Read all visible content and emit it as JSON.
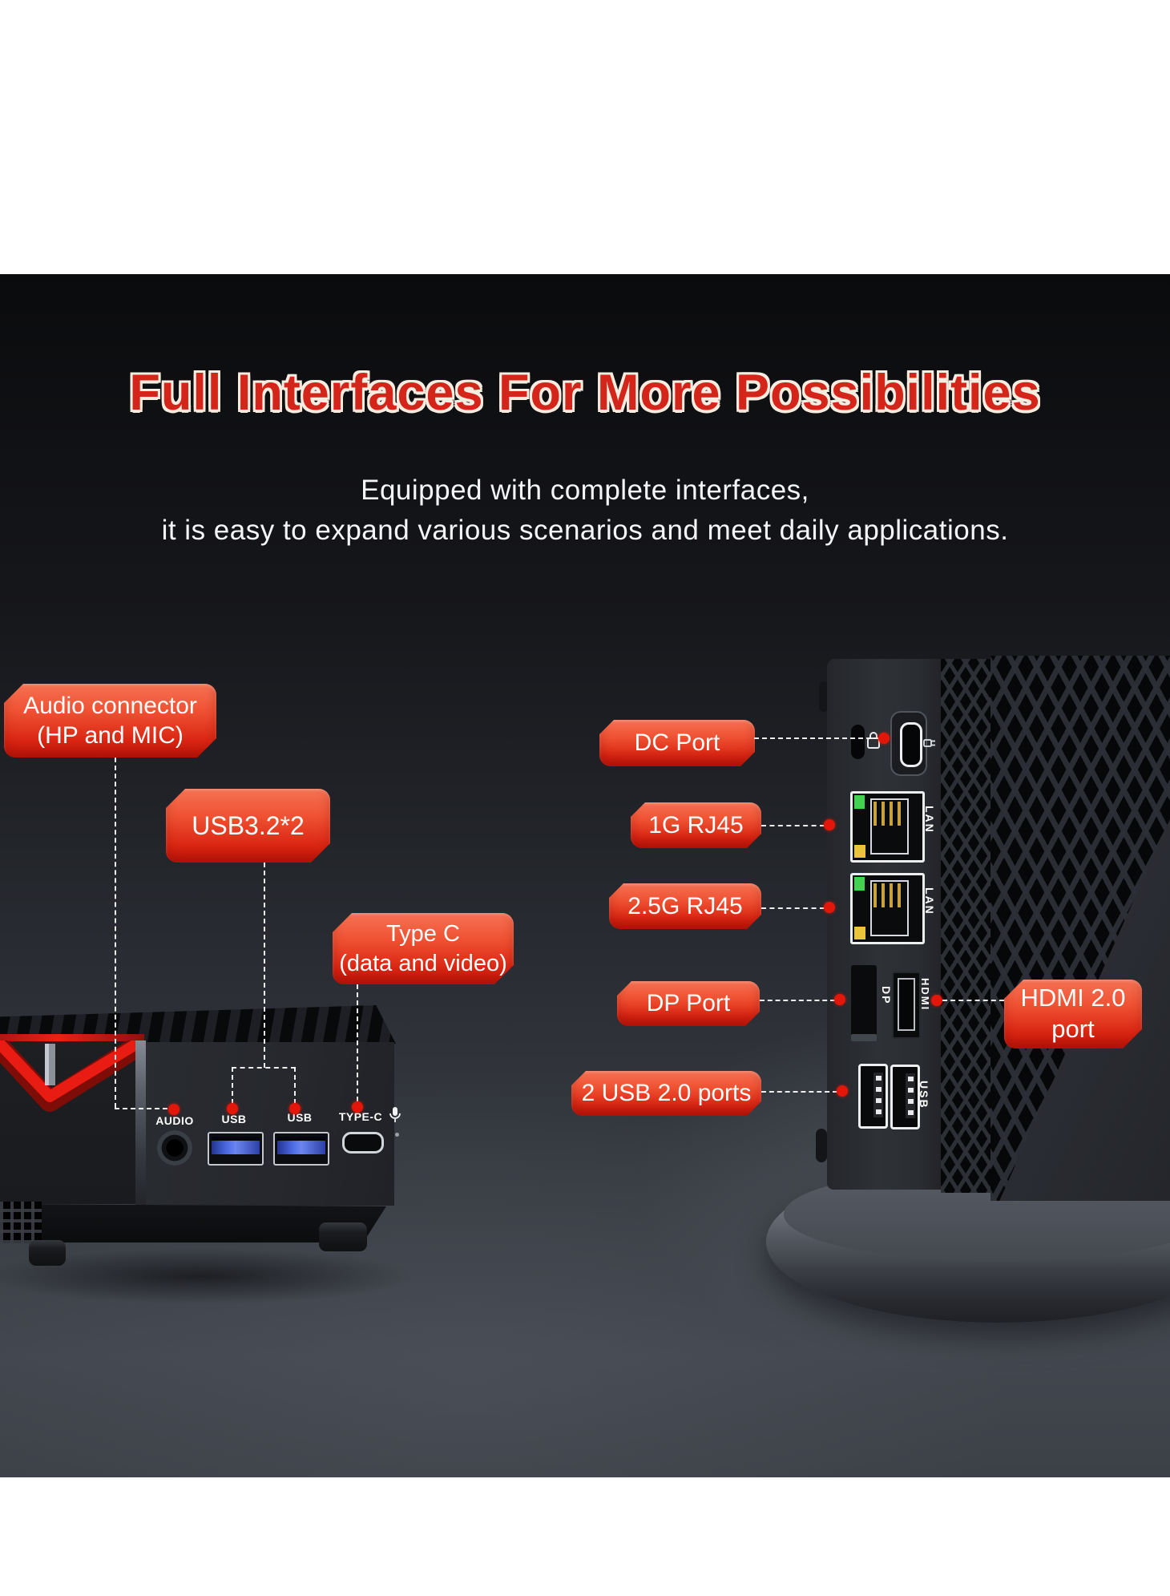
{
  "header": {
    "title": "Full Interfaces For More Possibilities",
    "subtitle_line1": "Equipped with complete interfaces,",
    "subtitle_line2": "it is easy to expand various scenarios and meet daily applications."
  },
  "colors": {
    "tag_red_top": "#f57253",
    "tag_red_bottom": "#c4160a",
    "title_red": "#d3251a",
    "dot_red": "#e2170a",
    "led_green": "#43d152",
    "led_yellow": "#e8c53b",
    "usb_blue": "#4a67e0"
  },
  "callouts": {
    "audio": {
      "line1": "Audio connector",
      "line2": "(HP and MIC)"
    },
    "usb32": {
      "text": "USB3.2*2"
    },
    "typec": {
      "line1": "Type C",
      "line2": "(data and video)"
    },
    "dc": {
      "text": "DC Port"
    },
    "lan1g": {
      "text": "1G RJ45"
    },
    "lan25g": {
      "text": "2.5G RJ45"
    },
    "dp": {
      "text": "DP Port"
    },
    "usb20": {
      "text": "2 USB 2.0 ports"
    },
    "hdmi": {
      "line1": "HDMI 2.0",
      "line2": "port"
    }
  },
  "front_panel": {
    "audio": "AUDIO",
    "usb1": "USB",
    "usb2": "USB",
    "typec": "TYPE-C"
  },
  "rear_panel": {
    "lan1": "LAN",
    "lan2": "LAN",
    "dp": "DP",
    "hdmi": "HDMI",
    "usb": "USB"
  }
}
